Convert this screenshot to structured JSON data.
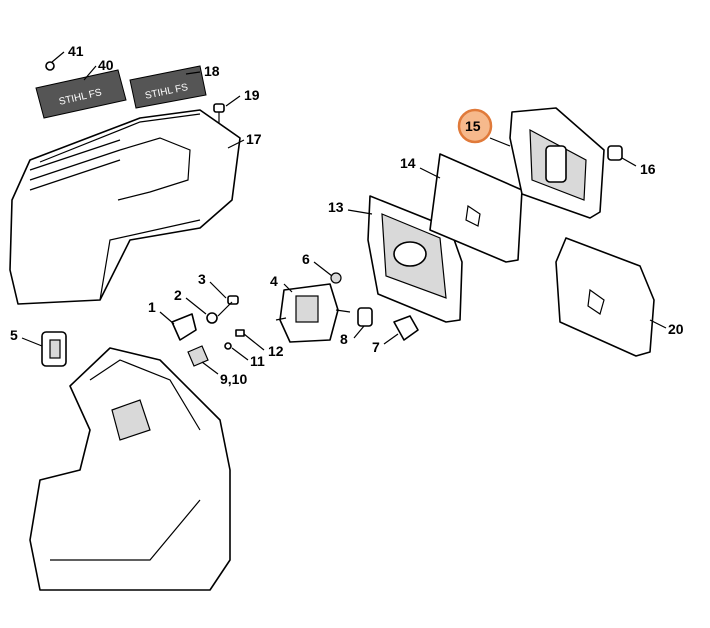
{
  "labels": {
    "p41": "41",
    "p40": "40",
    "p18": "18",
    "p19": "19",
    "p17": "17",
    "p15": "15",
    "p16": "16",
    "p14": "14",
    "p13": "13",
    "p6": "6",
    "p4": "4",
    "p3": "3",
    "p2": "2",
    "p1": "1",
    "p5": "5",
    "p11": "11",
    "p12": "12",
    "p910": "9,10",
    "p8": "8",
    "p7": "7",
    "p20": "20"
  },
  "decals": {
    "decal_40": "STIHL FS",
    "decal_18": "STIHL FS"
  },
  "highlight": {
    "part": "15",
    "color": "#f6b98c",
    "ring_color": "#e07a3a"
  }
}
